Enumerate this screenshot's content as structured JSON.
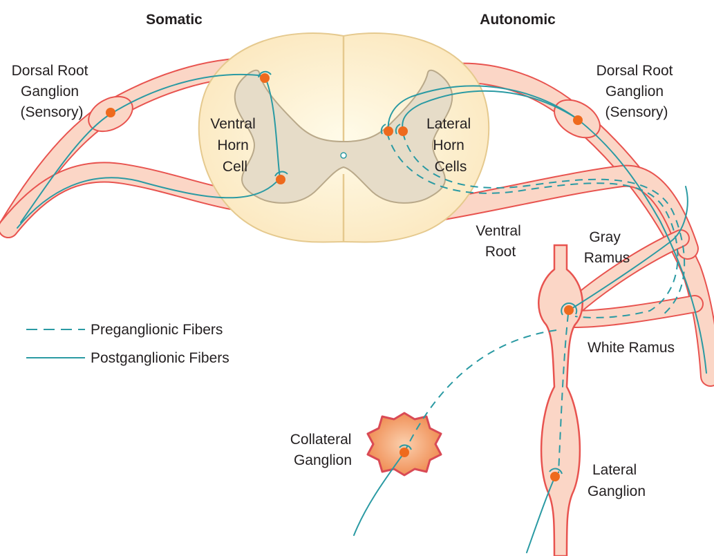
{
  "headings": {
    "somatic": "Somatic",
    "autonomic": "Autonomic"
  },
  "labels": {
    "drg_left": [
      "Dorsal Root",
      "Ganglion",
      "(Sensory)"
    ],
    "drg_right": [
      "Dorsal Root",
      "Ganglion",
      "(Sensory)"
    ],
    "ventral_horn": [
      "Ventral",
      "Horn",
      "Cell"
    ],
    "lateral_horn": [
      "Lateral",
      "Horn",
      "Cells"
    ],
    "ventral_root": [
      "Ventral",
      "Root"
    ],
    "gray_ramus": [
      "Gray",
      "Ramus"
    ],
    "white_ramus": "White Ramus",
    "collateral_ganglion": [
      "Collateral",
      "Ganglion"
    ],
    "lateral_ganglion": [
      "Lateral",
      "Ganglion"
    ]
  },
  "legend": {
    "preganglionic": "Preganglionic Fibers",
    "postganglionic": "Postganglionic Fibers"
  },
  "colors": {
    "cord_outer": "#fdf0cf",
    "gray_matter": "#e6dcc8",
    "nerve_border": "#e8534f",
    "nerve_fill": "#fbd6c6",
    "fiber": "#2a9aa3",
    "cell_body": "#ee6a1d",
    "collateral_ganglion": "#f2a26b"
  }
}
